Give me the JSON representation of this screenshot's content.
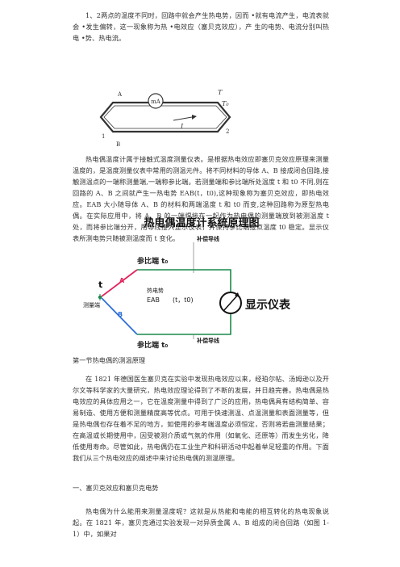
{
  "para1": "1、2两点的温度不同时，回路中就会产生热电势，因而 •就有电流产生，电流表就会 •发生偏转，这一现象称为热 •电效应（塞贝克效应），产 生的电势、电流分别叫热电 •势、热电流。",
  "fig1": {
    "ammeter": "mA",
    "label_A": "A",
    "label_B": "B",
    "label_T": "T",
    "label_T0": "T₀",
    "label_I": "I",
    "pt1": "1",
    "pt2": "2"
  },
  "para2": "热电偶温度计属于接触式温度测量仪表。是根据热电效应即塞贝克效应原理来测量温度的，是温度测量仪表中常用的测温元件。将不同材料的导体 A、B 接成闭合回路,接触测温点的一端称测量端,一端称参比端。若测量端和参比端所处温度 t 和 t0 不同,则在回路的 A、B 之间就产生一热电势 EAB(t，t0),这种现象称为塞贝克效应，即热电效应。EAB 大小随导体 A、B 的材料和两端温度 t 和 t0 而变,这种回路称为原型热电偶。在实际应用中，将 A、B 的一端焊接在一起作为热电偶的测量端放到被测温度 t 处，而将参比端分开，用导线接入显示仪表，并保持参比端接点温度 t0 稳定。显示仪表所测电势只随被测温度而 t 变化。",
  "fig2": {
    "title": "热电偶温度计系统原理图",
    "ref_top": "参比端 t₀",
    "ref_bottom": "参比端 t₀",
    "comp_top": "补偿导线",
    "comp_bottom": "补偿导线",
    "t_label": "t",
    "measure_end": "测量端",
    "A": "A",
    "B": "B",
    "emf_line1": "热电势",
    "emf_line2": "EAB",
    "emf_args": "(t，t0)",
    "display": "显示仪表",
    "colors": {
      "red": "#e0245e",
      "blue": "#2e6fd6",
      "green": "#1a8a4a"
    }
  },
  "caption": "第一节热电偶的测温原理",
  "para3": "在 1821 年德国医生塞贝克在实验中发现热电效应以来，经珀尔帖、汤姆逊以及开尔文等科学家的大量研究，热电效应理论得到了不断的发展，并日趋完善。热电偶是热电效应的具体应用之一，它在温度测量中得到了广泛的应用，热电偶具有结构简单、容易制造、使用方便和测量精度高等优点。可用于快速测温、点温测量和表面测量等，但是热电偶也存在着不足的地方，如使用的参考端温度必须恒定，否则将若曲测量结果；在高温或长期使用中，因受被测介质或气氛的作用（如氧化、还原等）而发生劣化，降低使用寿命。尽管如此，热电偶仍在工业生产和科研活动中起着举足轻重的作用。下面我们从三个热电效应的阐述中来讨论热电偶的测温原理。",
  "heading": "一、塞贝克效应和塞贝克电势",
  "para4": "热电偶为什么能用来测量温度呢？这就是从热能和电能的相互转化的热电现象说起。在 1821 年，塞贝克通过实验发现一对异质金属 A、B 组成的闭合回路（如图 1-1）中，如果对"
}
